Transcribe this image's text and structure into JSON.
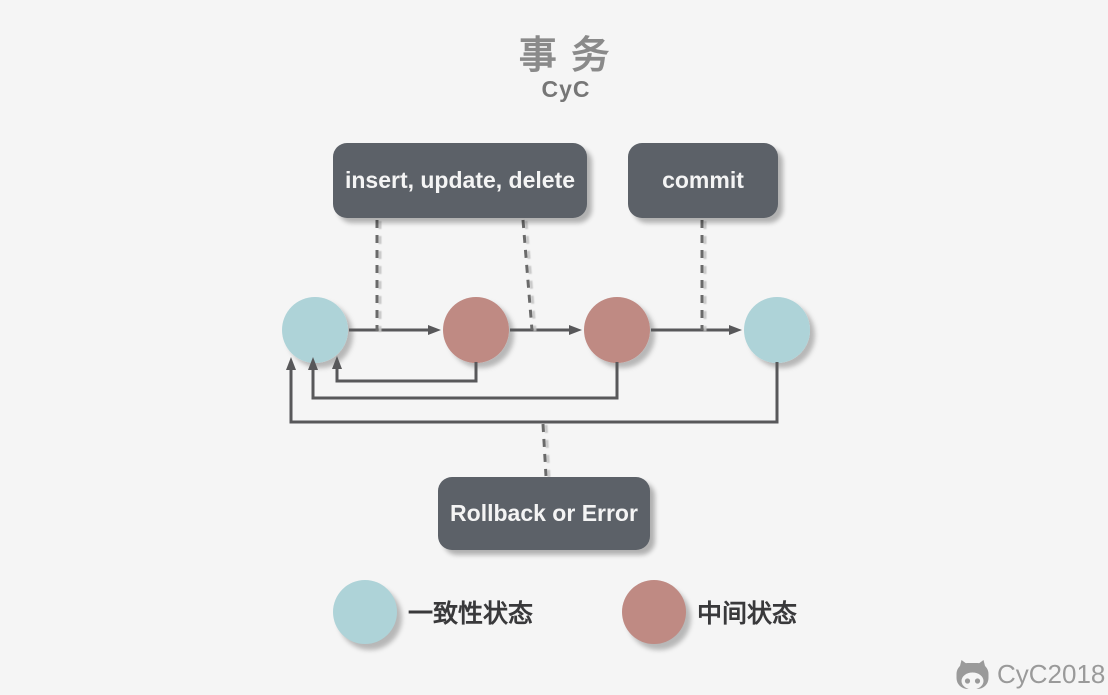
{
  "title": "事 务",
  "subtitle": "CyC",
  "action_boxes": {
    "dml": {
      "label": "insert, update, delete"
    },
    "commit": {
      "label": "commit"
    },
    "rollback": {
      "label": "Rollback or Error"
    }
  },
  "diagram": {
    "nodes": [
      {
        "id": "state-1",
        "kind": "consistent"
      },
      {
        "id": "state-2",
        "kind": "intermediate"
      },
      {
        "id": "state-3",
        "kind": "intermediate"
      },
      {
        "id": "state-4",
        "kind": "consistent"
      }
    ],
    "edges": [
      {
        "from": "state-1",
        "to": "state-2",
        "style": "solid-arrow"
      },
      {
        "from": "state-2",
        "to": "state-3",
        "style": "solid-arrow"
      },
      {
        "from": "state-3",
        "to": "state-4",
        "style": "solid-arrow"
      },
      {
        "from": "state-2",
        "to": "state-1",
        "style": "solid-arrow-return"
      },
      {
        "from": "state-3",
        "to": "state-1",
        "style": "solid-arrow-return"
      },
      {
        "from": "state-4",
        "to": "state-1",
        "style": "solid-arrow-return"
      }
    ],
    "dashed_links": [
      {
        "label": "insert, update, delete",
        "attached_to": "edges state-1→state-2 and state-2→state-3"
      },
      {
        "label": "commit",
        "attached_to": "edge state-3→state-4"
      },
      {
        "label": "Rollback or Error",
        "attached_to": "return edges to state-1"
      }
    ]
  },
  "legend": {
    "consistent": {
      "label": "一致性状态",
      "color": "#aed3d8"
    },
    "intermediate": {
      "label": "中间状态",
      "color": "#bf8a83"
    }
  },
  "watermark": {
    "icon": "cat-icon",
    "text": "CyC2018"
  },
  "colors": {
    "background": "#f5f5f5",
    "box_bg": "#5c6168",
    "box_text": "#f4f4f4",
    "consistent_state": "#aed3d8",
    "intermediate_state": "#bf8a83",
    "connector": "#58585a",
    "dashed_line": "#6b6b6b",
    "title_text": "#8a8a8a",
    "legend_text": "#39393b",
    "watermark_text": "#9a9a9a"
  }
}
